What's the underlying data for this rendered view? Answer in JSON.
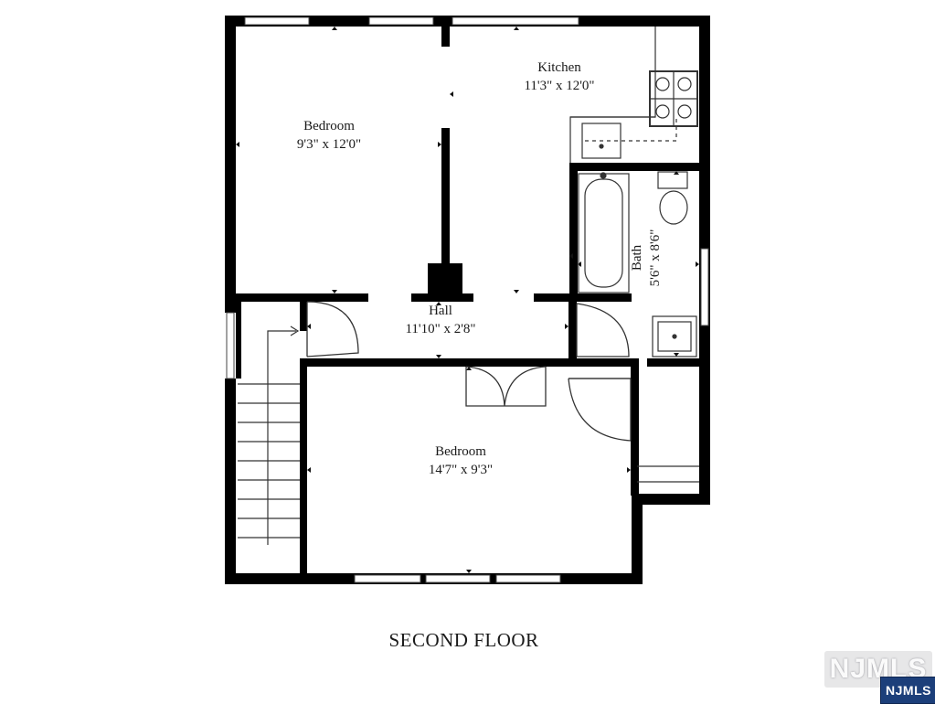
{
  "plan": {
    "title": "SECOND FLOOR",
    "rooms": [
      {
        "id": "bedroom-1",
        "name": "Bedroom",
        "dims": "9'3\" x 12'0\""
      },
      {
        "id": "kitchen",
        "name": "Kitchen",
        "dims": "11'3\" x 12'0\""
      },
      {
        "id": "bath",
        "name": "Bath",
        "dims": "5'6\" x 8'6\""
      },
      {
        "id": "hall",
        "name": "Hall",
        "dims": "11'10\" x 2'8\""
      },
      {
        "id": "bedroom-2",
        "name": "Bedroom",
        "dims": "14'7\" x 9'3\""
      }
    ],
    "colors": {
      "wall": "#000000",
      "fixture": "#333333",
      "window": "#444444"
    }
  },
  "watermark": {
    "text": "NJMLS"
  },
  "badge": {
    "text": "NJMLS"
  }
}
